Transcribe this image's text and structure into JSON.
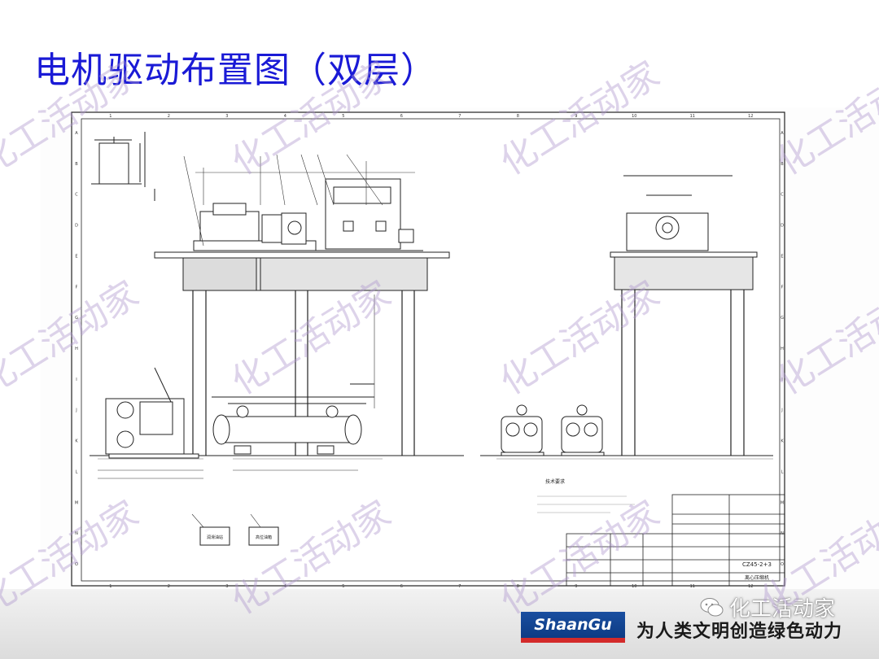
{
  "slide": {
    "title": "电机驱动布置图（双层）",
    "title_color": "#1a1ad6"
  },
  "watermark": {
    "text": "化工活动家",
    "color": "#b59bd3"
  },
  "drawing": {
    "labels": {
      "tech_req_title": "技术要求",
      "tb_model": "CZ45-2+3",
      "tb_name": "离心压缩机",
      "box_left": "润滑油站",
      "box_right": "高位油箱"
    },
    "border_numbers": [
      "1",
      "2",
      "3",
      "4",
      "5",
      "6",
      "7",
      "8",
      "9",
      "10",
      "11",
      "12"
    ],
    "border_letters": [
      "A",
      "B",
      "C",
      "D",
      "E",
      "F",
      "G",
      "H",
      "I",
      "J",
      "K",
      "L",
      "M",
      "N",
      "O"
    ]
  },
  "footer": {
    "logo_text": "ShaanGu",
    "slogan": "为人类文明创造绿色动力",
    "wechat_label": "化工活动家",
    "logo_color": "#1a4fa0"
  }
}
